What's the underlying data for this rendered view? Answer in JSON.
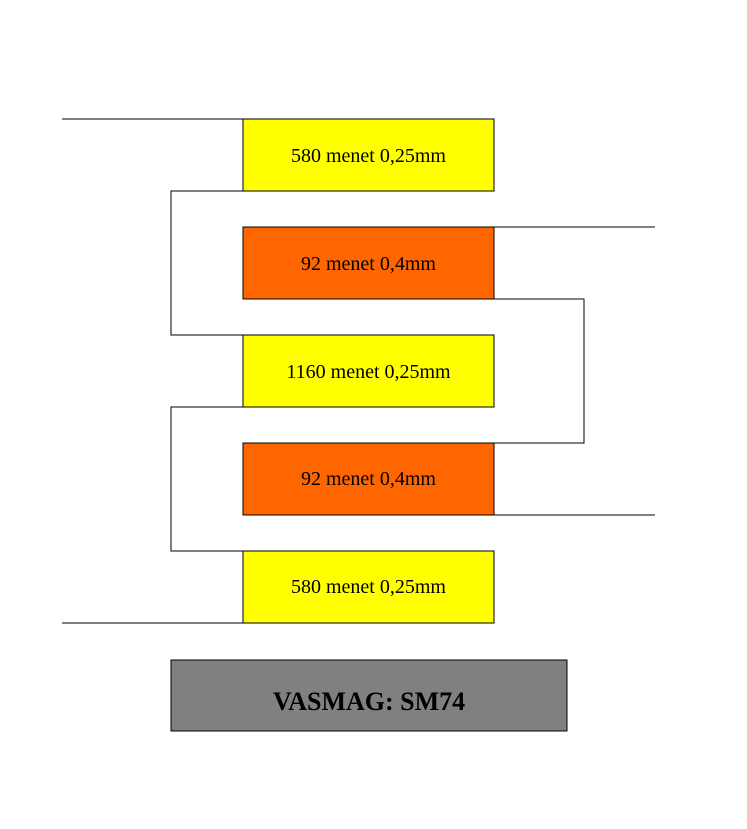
{
  "colors": {
    "primary_winding": "#ffff00",
    "secondary_winding": "#ff6600",
    "core": "#808080",
    "line": "#000000"
  },
  "windings": [
    {
      "label": "580 menet 0,25mm",
      "type": "primary"
    },
    {
      "label": "92 menet 0,4mm",
      "type": "secondary"
    },
    {
      "label": "1160 menet 0,25mm",
      "type": "primary"
    },
    {
      "label": "92 menet 0,4mm",
      "type": "secondary"
    },
    {
      "label": "580 menet 0,25mm",
      "type": "primary"
    }
  ],
  "core": {
    "label": "VASMAG: SM74"
  }
}
